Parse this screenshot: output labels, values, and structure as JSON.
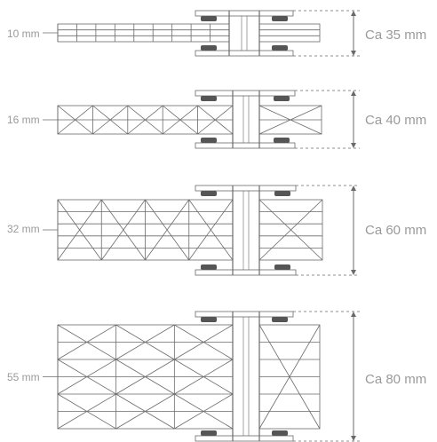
{
  "panels": [
    {
      "thickness_label": "10 mm",
      "height_label": "Ca 35 mm",
      "structure": "rectangular"
    },
    {
      "thickness_label": "16 mm",
      "height_label": "Ca 40 mm",
      "structure": "x-truss"
    },
    {
      "thickness_label": "32 mm",
      "height_label": "Ca 60 mm",
      "structure": "x-truss"
    },
    {
      "thickness_label": "55 mm",
      "height_label": "Ca 80 mm",
      "structure": "x-truss"
    }
  ],
  "colors": {
    "line": "#6a6a6a",
    "label": "#9a9a9a",
    "gasket": "#555555"
  }
}
